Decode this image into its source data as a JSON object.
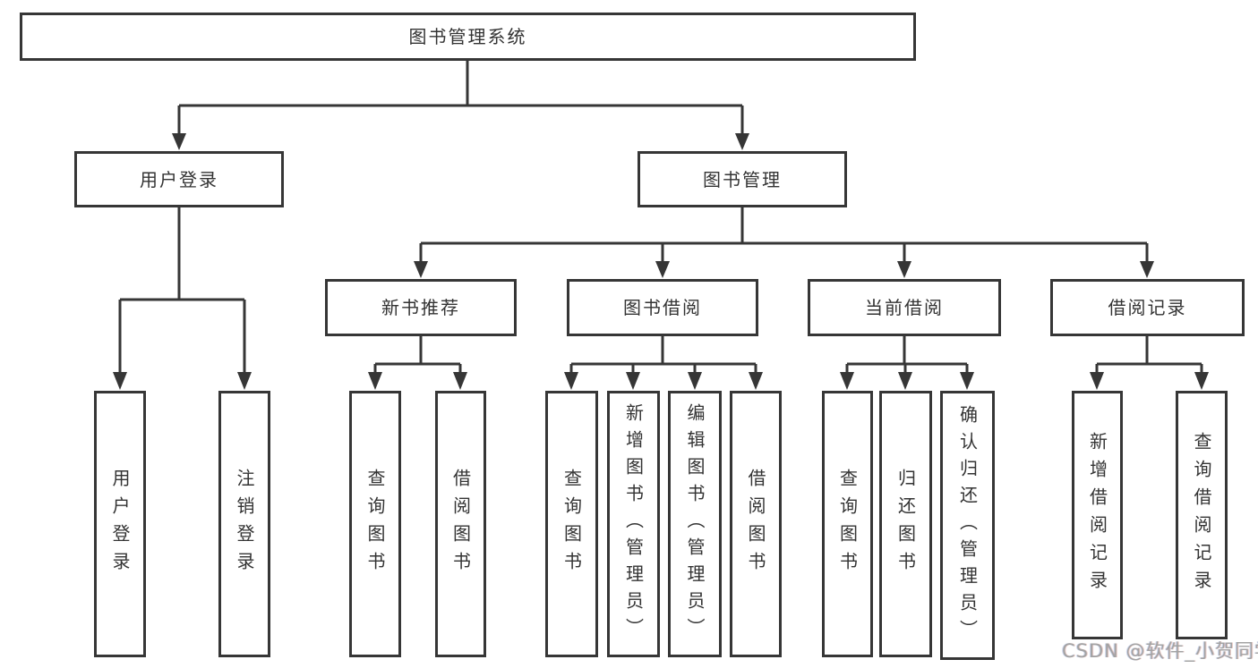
{
  "diagram": {
    "type": "hierarchy-diagram",
    "colors": {
      "line": "#363636",
      "box_border": "#363636",
      "text": "#333333",
      "background": "#ffffff",
      "watermark": "#a3a3a3"
    },
    "nodes": {
      "root": {
        "label": "图书管理系统"
      },
      "user_login": {
        "label": "用户登录"
      },
      "book_mgmt": {
        "label": "图书管理"
      },
      "new_rec": {
        "label": "新书推荐"
      },
      "book_borrow": {
        "label": "图书借阅"
      },
      "current_borrow": {
        "label": "当前借阅"
      },
      "borrow_records": {
        "label": "借阅记录"
      },
      "ul_login": {
        "label": "用户登录"
      },
      "ul_logout": {
        "label": "注销登录"
      },
      "nr_query": {
        "label": "查询图书"
      },
      "nr_borrow": {
        "label": "借阅图书"
      },
      "bb_query": {
        "label": "查询图书"
      },
      "bb_add": {
        "label": "新增图书（管理员）"
      },
      "bb_edit": {
        "label": "编辑图书（管理员）"
      },
      "bb_borrow": {
        "label": "借阅图书"
      },
      "cb_query": {
        "label": "查询图书"
      },
      "cb_return": {
        "label": "归还图书"
      },
      "cb_confirm": {
        "label": "确认归还（管理员）"
      },
      "br_add": {
        "label": "新增借阅记录"
      },
      "br_query": {
        "label": "查询借阅记录"
      }
    },
    "hierarchy": {
      "图书管理系统": {
        "用户登录": [
          "用户登录",
          "注销登录"
        ],
        "图书管理": {
          "新书推荐": [
            "查询图书",
            "借阅图书"
          ],
          "图书借阅": [
            "查询图书",
            "新增图书（管理员）",
            "编辑图书（管理员）",
            "借阅图书"
          ],
          "当前借阅": [
            "查询图书",
            "归还图书",
            "确认归还（管理员）"
          ],
          "借阅记录": [
            "新增借阅记录",
            "查询借阅记录"
          ]
        }
      }
    },
    "watermark": "CSDN @软件_小贺同学"
  }
}
